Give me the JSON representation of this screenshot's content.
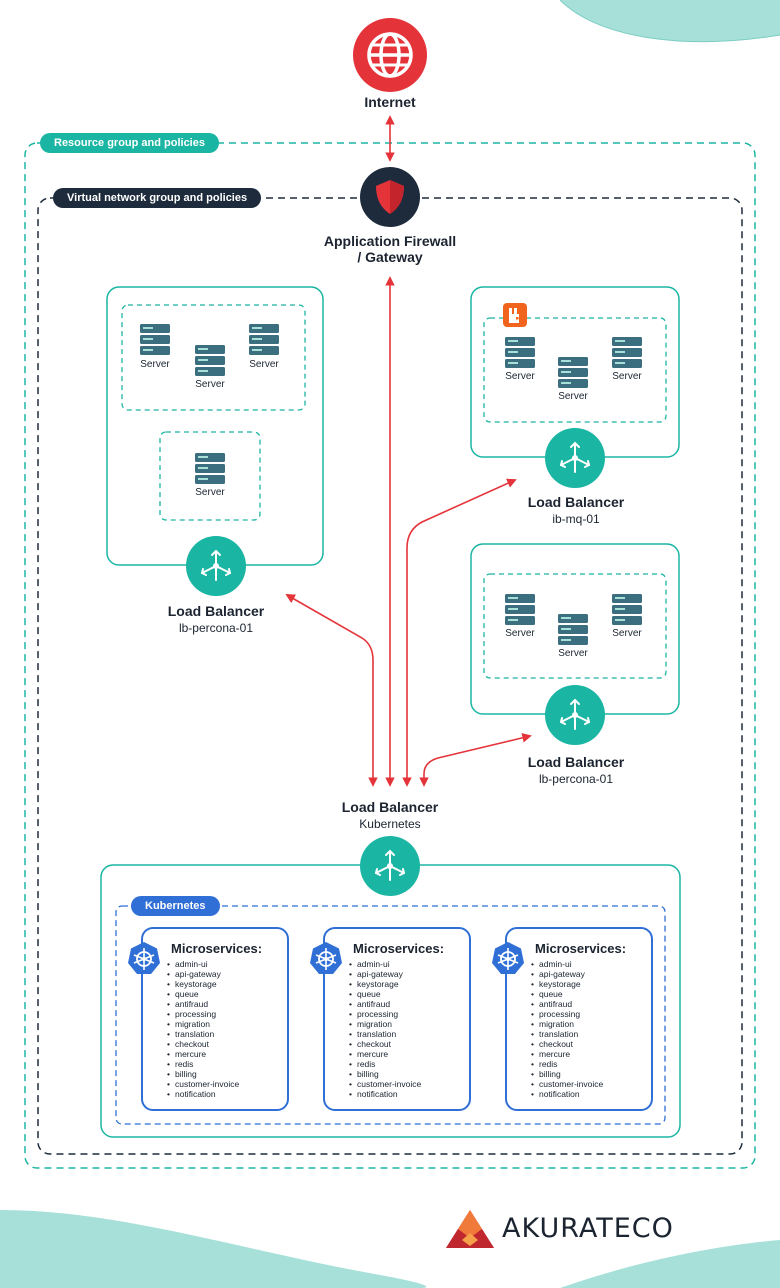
{
  "internet": {
    "label": "Internet"
  },
  "groups": {
    "resource_group": "Resource group and policies",
    "virtual_network": "Virtual network group and policies",
    "kubernetes": "Kubernetes"
  },
  "firewall": {
    "line1": "Application Firewall",
    "line2": "/ Gateway"
  },
  "server_label": "Server",
  "load_balancers": {
    "left": {
      "title": "Load Balancer",
      "name": "lb-percona-01"
    },
    "mq": {
      "title": "Load Balancer",
      "name": "ib-mq-01"
    },
    "right": {
      "title": "Load Balancer",
      "name": "lb-percona-01"
    },
    "kubernetes": {
      "title": "Load Balancer",
      "name": "Kubernetes"
    }
  },
  "microservices": {
    "title": "Microservices:",
    "items": [
      "admin-ui",
      "api-gateway",
      "keystorage",
      "queue",
      "antifraud",
      "processing",
      "migration",
      "translation",
      "checkout",
      "mercure",
      "redis",
      "billing",
      "customer-invoice",
      "notification"
    ]
  },
  "brand": {
    "name": "AKURATECO"
  },
  "colors": {
    "teal": "#1bb5a3",
    "red": "#e5333a",
    "navy": "#1d2b3c",
    "blue": "#2f6fd6",
    "wave": "#a7e0d9"
  }
}
